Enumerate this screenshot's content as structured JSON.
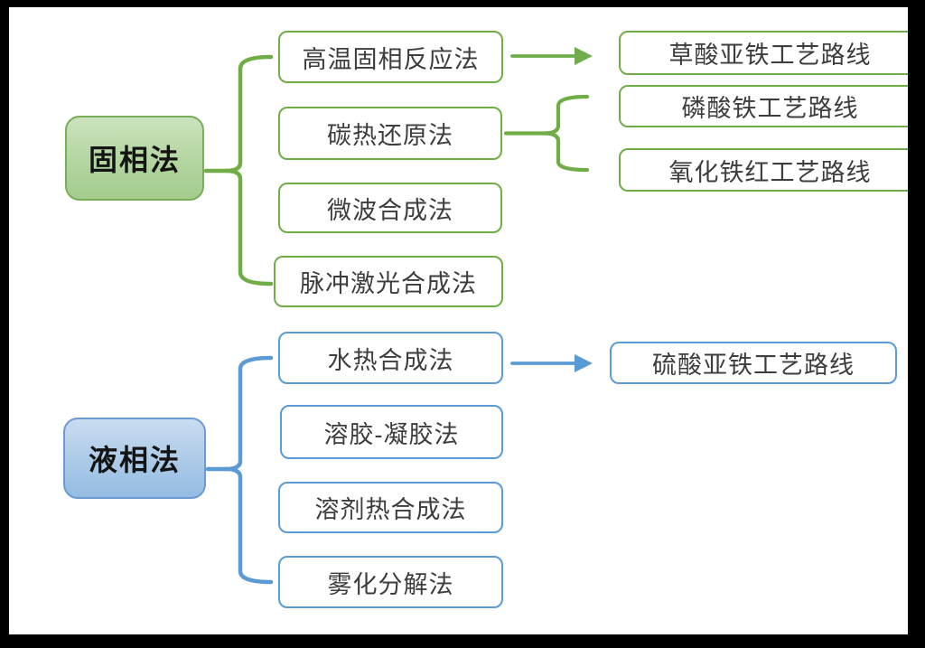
{
  "colors": {
    "solid_phase_green": "#70ad47",
    "liquid_phase_blue": "#5b9bd5",
    "box_text": "#3d3d3d",
    "background": "#ffffff",
    "frame": "#000000"
  },
  "solid_phase": {
    "root": "固相法",
    "methods": [
      "高温固相反应法",
      "碳热还原法",
      "微波合成法",
      "脉冲激光合成法"
    ],
    "routes": [
      "草酸亚铁工艺路线",
      "磷酸铁工艺路线",
      "氧化铁红工艺路线"
    ],
    "links": [
      {
        "from": "高温固相反应法",
        "to": "草酸亚铁工艺路线",
        "type": "arrow"
      },
      {
        "from": "碳热还原法",
        "to": "磷酸铁工艺路线",
        "type": "brace"
      },
      {
        "from": "碳热还原法",
        "to": "氧化铁红工艺路线",
        "type": "brace"
      }
    ]
  },
  "liquid_phase": {
    "root": "液相法",
    "methods": [
      "水热合成法",
      "溶胶-凝胶法",
      "溶剂热合成法",
      "雾化分解法"
    ],
    "routes": [
      "硫酸亚铁工艺路线"
    ],
    "links": [
      {
        "from": "水热合成法",
        "to": "硫酸亚铁工艺路线",
        "type": "arrow"
      }
    ]
  }
}
